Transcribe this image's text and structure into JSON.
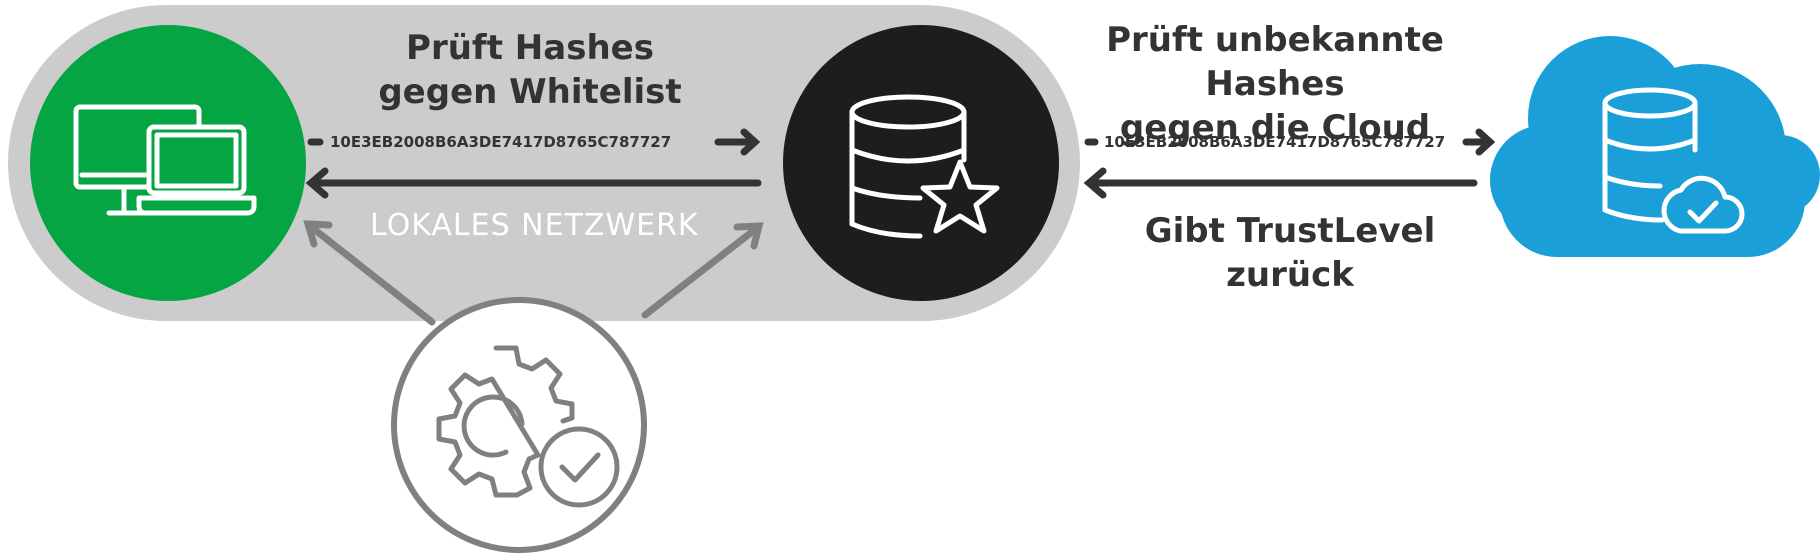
{
  "labels": {
    "check_whitelist_line1": "Prüft Hashes",
    "check_whitelist_line2": "gegen Whitelist",
    "check_cloud_line1": "Prüft unbekannte Hashes",
    "check_cloud_line2": "gegen die Cloud",
    "trustlevel_line1": "Gibt TrustLevel",
    "trustlevel_line2": "zurück",
    "network": "LOKALES NETZWERK"
  },
  "hashes": {
    "local": "10E3EB2008B6A3DE7417D8765C787727",
    "cloud": "10E3EB2008B6A3DE7417D8765C787727"
  },
  "icons": {
    "clients": "computer-laptop-icon",
    "whitelist_server": "database-star-icon",
    "cloud": "cloud-database-icon",
    "management": "gear-check-icon"
  },
  "colors": {
    "network_zone": "#cccccc",
    "clients": "#06a543",
    "whitelist_server": "#1d1d1d",
    "cloud": "#1b9fd9",
    "arrow": "#333333",
    "network_arrow": "#808080"
  }
}
